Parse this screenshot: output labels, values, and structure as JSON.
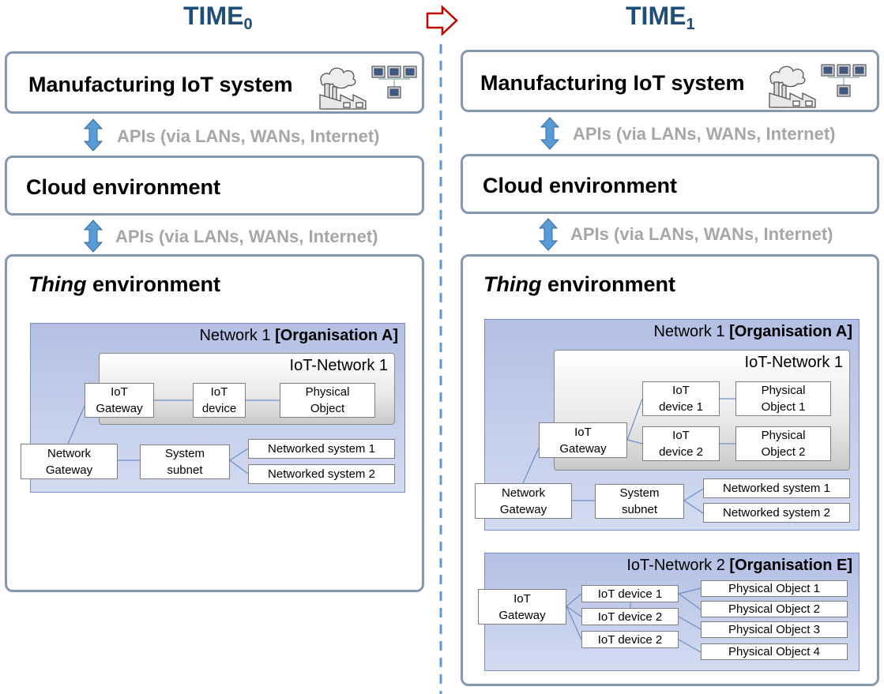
{
  "header": {
    "left": {
      "title": "TIME",
      "sub": "0"
    },
    "right": {
      "title": "TIME",
      "sub": "1"
    }
  },
  "colors": {
    "accent": "#1f4e79",
    "panel_border": "#8496b0",
    "api_text": "#a6a6a6",
    "arrow": "#c00000",
    "divider": "#5b9bd5"
  },
  "time0": {
    "mfg_label": "Manufacturing IoT system",
    "api_top": "APIs (via LANs, WANs, Internet)",
    "cloud_label": "Cloud environment",
    "api_bottom": "APIs (via LANs, WANs, Internet)",
    "thing_label_italic": "Thing",
    "thing_label_rest": " environment",
    "network1": {
      "title": "Network 1 ",
      "org": "[Organisation A]"
    },
    "iot_network1": {
      "title": "IoT-Network 1"
    },
    "nodes": {
      "iot_gateway": "IoT\nGateway",
      "iot_device": "IoT\ndevice",
      "physical_object": "Physical\nObject",
      "network_gateway": "Network\nGateway",
      "system_subnet": "System\nsubnet",
      "networked_system_1": "Networked system 1",
      "networked_system_2": "Networked system 2"
    }
  },
  "time1": {
    "mfg_label": "Manufacturing IoT system",
    "api_top": "APIs (via LANs, WANs, Internet)",
    "cloud_label": "Cloud environment",
    "api_bottom": "APIs (via LANs, WANs, Internet)",
    "thing_label_italic": "Thing",
    "thing_label_rest": " environment",
    "network1": {
      "title": "Network 1 ",
      "org": "[Organisation A]"
    },
    "iot_network1": {
      "title": "IoT-Network 1"
    },
    "nodes": {
      "iot_device_1": "IoT\ndevice 1",
      "physical_object_1": "Physical\nObject 1",
      "iot_gateway": "IoT\nGateway",
      "iot_device_2": "IoT\ndevice 2",
      "physical_object_2": "Physical\nObject 2",
      "network_gateway": "Network\nGateway",
      "system_subnet": "System\nsubnet",
      "networked_system_1": "Networked system 1",
      "networked_system_2": "Networked system 2"
    },
    "iot_network2": {
      "title": "IoT-Network 2 ",
      "org": "[Organisation E]",
      "nodes": {
        "iot_gateway": "IoT\nGateway",
        "iot_device_a": "IoT device 1",
        "iot_device_b": "IoT device 2",
        "iot_device_c": "IoT device 2",
        "physical_object_1": "Physical Object 1",
        "physical_object_2": "Physical Object 2",
        "physical_object_3": "Physical Object 3",
        "physical_object_4": "Physical Object 4"
      }
    }
  }
}
